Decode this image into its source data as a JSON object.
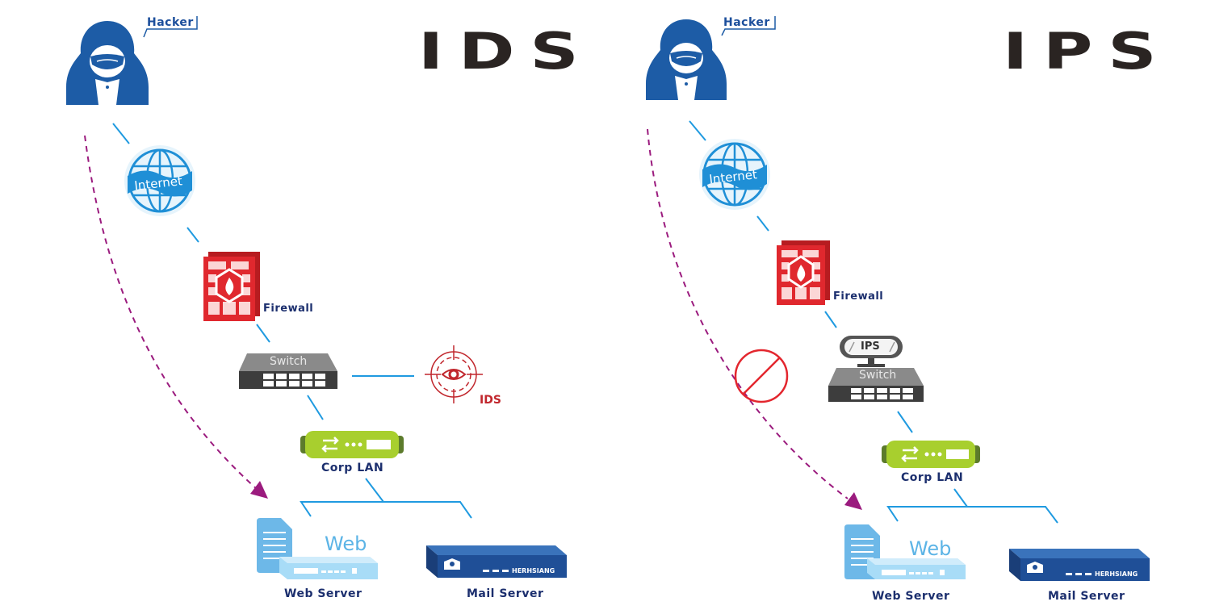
{
  "diagrams": [
    {
      "id": "ids",
      "title": "IDS",
      "hacker_label": "Hacker",
      "internet_label": "Internet",
      "firewall_label": "Firewall",
      "switch_label": "Switch",
      "sensor_label": "IDS",
      "lan_label": "Corp LAN",
      "web_word": "Web",
      "web_server_label": "Web Server",
      "mail_server_label": "Mail Server",
      "mail_brand": "HERHSIANG",
      "attack_blocked": false
    },
    {
      "id": "ips",
      "title": "IPS",
      "hacker_label": "Hacker",
      "internet_label": "Internet",
      "firewall_label": "Firewall",
      "switch_label": "Switch",
      "inline_device_label": "IPS",
      "lan_label": "Corp LAN",
      "web_word": "Web",
      "web_server_label": "Web Server",
      "mail_server_label": "Mail Server",
      "mail_brand": "HERHSIANG",
      "attack_blocked": true
    }
  ],
  "colors": {
    "hacker_blue": "#1d5ca6",
    "link_line": "#1f9ae0",
    "attack_path": "#9b1b7e",
    "firewall_red": "#e0282e",
    "ids_red": "#c1272d",
    "switch_gray": "#4a4a4a",
    "lan_green": "#a8cf2e",
    "web_blue": "#7cc3ee",
    "mail_blue": "#1f4f97",
    "title_dark": "#2a2422",
    "label_navy": "#1c2f6e"
  }
}
